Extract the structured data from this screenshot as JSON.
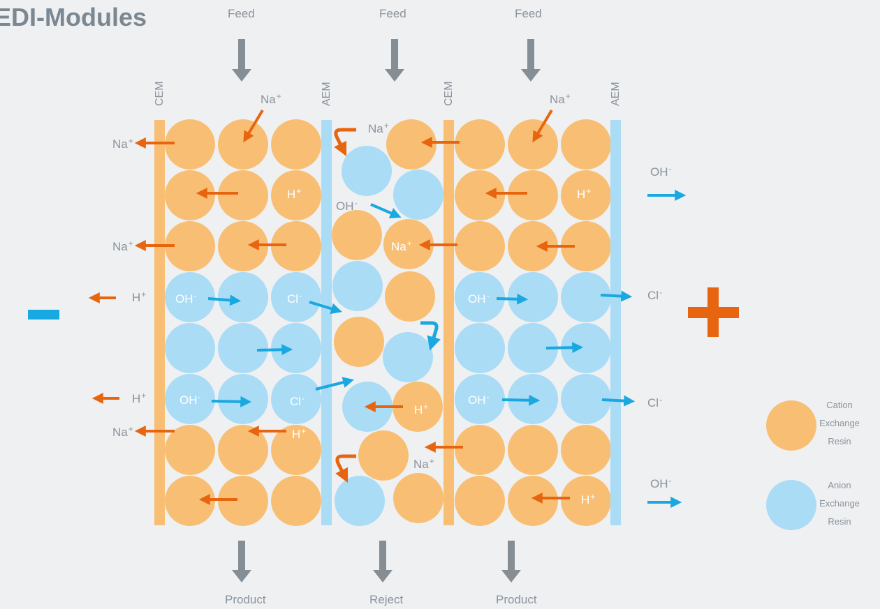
{
  "title": "EDI-Modules",
  "labels": {
    "feed": "Feed",
    "product": "Product",
    "reject": "Reject",
    "cem": "CEM",
    "aem": "AEM"
  },
  "ions": {
    "na": "Na",
    "h": "H",
    "oh": "OH",
    "cl": "Cl",
    "plus": "+",
    "minus": "-"
  },
  "legend": {
    "cation_line1": "Cation",
    "cation_line2": "Exchange",
    "cation_line3": "Resin",
    "anion_line1": "Anion",
    "anion_line2": "Exchange",
    "anion_line3": "Resin"
  },
  "colors": {
    "background": "#eff0f2",
    "cation_resin": "#f8bf74",
    "anion_resin": "#aadcf6",
    "cem_membrane": "#f8bf74",
    "aem_membrane": "#aadcf6",
    "cation_arrow": "#e8650f",
    "anion_arrow": "#1aa8e0",
    "flow_arrow": "#858e95",
    "cathode": "#17a9e1",
    "anode": "#e8650f"
  },
  "electrodes": {
    "cathode_icon": "minus-icon",
    "anode_icon": "plus-icon"
  }
}
